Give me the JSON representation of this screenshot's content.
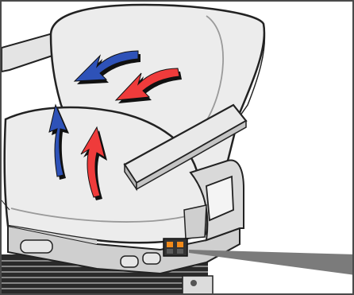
{
  "figure": {
    "subject": "seat-heating-and-ventilation-illustration",
    "colors": {
      "frame": "#4a4a4a",
      "seat_fill": "#ececec",
      "seat_stroke": "#222222",
      "shadow": "#c9c9c9",
      "arrow_warm": "#ef3b3b",
      "arrow_cool": "#2e52b8",
      "arrow_outline": "#111111",
      "control_panel": "#f28a1a",
      "leader_line": "#7b7b7b",
      "mechanism": "#1a1a1a"
    },
    "arrows": [
      {
        "id": "backrest-cool",
        "color_key": "arrow_cool"
      },
      {
        "id": "backrest-warm",
        "color_key": "arrow_warm"
      },
      {
        "id": "cushion-cool",
        "color_key": "arrow_cool"
      },
      {
        "id": "cushion-warm",
        "color_key": "arrow_warm"
      }
    ],
    "callout": {
      "target": "control-switch-panel"
    }
  }
}
